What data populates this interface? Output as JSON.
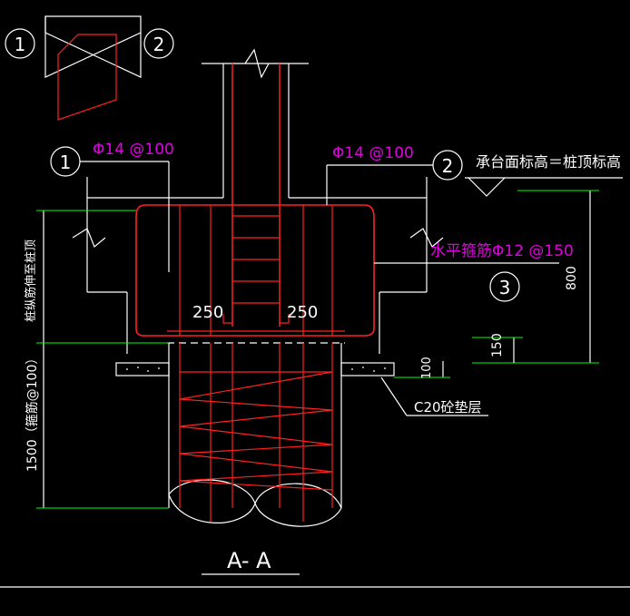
{
  "colors": {
    "background": "#000000",
    "linework": "#ffffff",
    "rebar": "#ff2020",
    "concrete": "#dddddd",
    "annotation_magenta": "#e000e0",
    "dimension_green": "#00ff00"
  },
  "labels": {
    "marker_1": "1",
    "marker_2": "2",
    "marker_3": "3",
    "rebar_left": "Φ14 @100",
    "rebar_right": "Φ14 @100",
    "cap_elevation_note": "承台面标高＝桩顶标高",
    "horizontal_stirrup": "水平箍筋Φ12 @150",
    "dim_250_left": "250",
    "dim_250_right": "250",
    "dim_800": "800",
    "dim_150": "150",
    "dim_100": "100",
    "cushion_note": "C20砼垫层",
    "left_vertical_note": "桩纵筋伸至桩顶",
    "left_vertical_dim": "1500（箍筋@100）",
    "section_title": "A- A"
  }
}
